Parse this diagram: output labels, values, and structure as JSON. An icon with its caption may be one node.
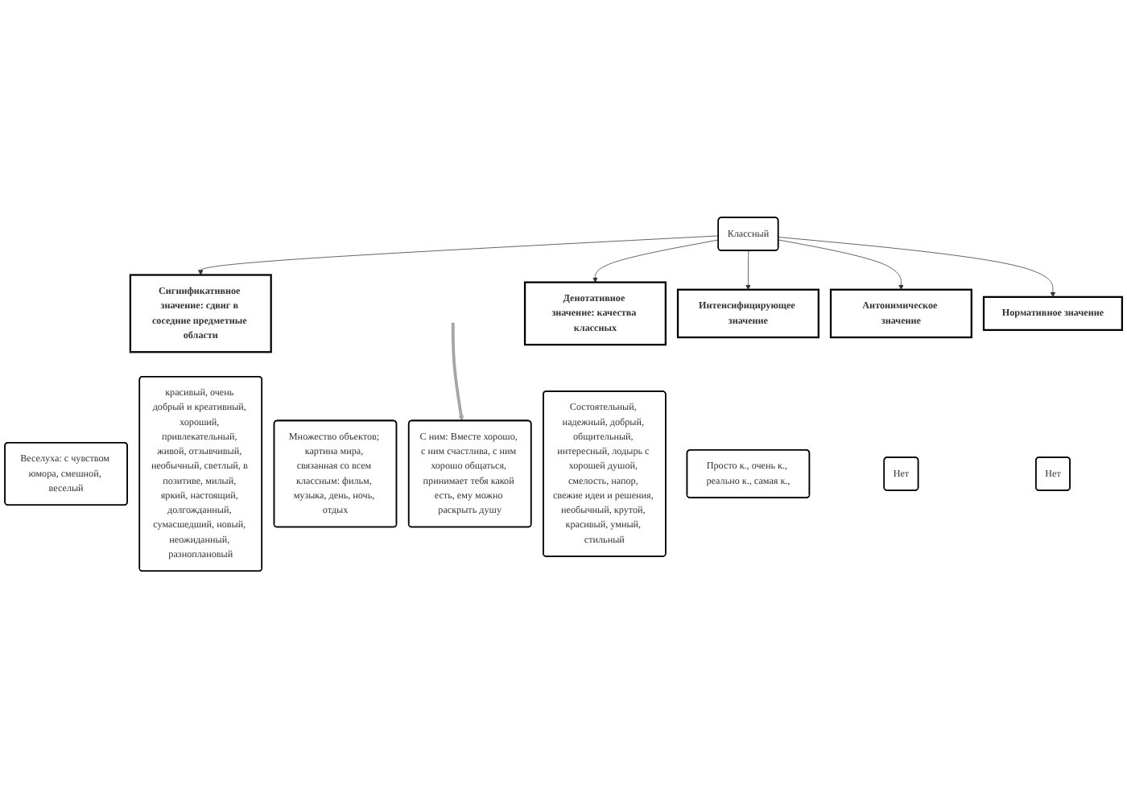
{
  "diagram": {
    "nodes": [
      {
        "text": [
          "Классный"
        ]
      },
      {
        "text": [
          "Сигнификативное значение: сдвиг в соседние предметные области"
        ]
      },
      {
        "text": [
          "Денотативное значение: качества классных"
        ]
      },
      {
        "text": [
          "Веселуха: с чувством юмора, смешной, веселый"
        ]
      },
      {
        "text": [
          "красивый, очень добрый и креативный, хороший, привлекательный, живой, отзывчивый, необычный, светлый, в позитиве, милый, яркий, настоящий, долгожданный, сумасшедший, новый, неожиданный, разноплановый"
        ]
      },
      {
        "text": [
          "Множество объектов; картина мира, связанная со всем классным: фильм, музыка, день, ночь, отдых"
        ]
      },
      {
        "text": [
          "С ним: Вместе хорошо, с ним счастлива, с ним хорошо общаться, принимает тебя какой есть, ему можно раскрыть душу"
        ]
      },
      {
        "text": [
          "Состоятельный, надежный, добрый, общительный, интересный, лодырь с хорошей душой, смелость, напор, свежие идеи и решения, необычный, крутой, красивый, умный, стильный"
        ]
      },
      {
        "text": [
          "Интенсифицирующее значение"
        ]
      },
      {
        "text": [
          "Антонимическое значение"
        ]
      },
      {
        "text": [
          "Нормативное значение"
        ]
      },
      {
        "text": [
          "Просто к., очень к., реально к., самая к.,"
        ]
      },
      {
        "text": [
          "Нет"
        ]
      },
      {
        "text": [
          "Нет"
        ]
      }
    ],
    "edges": [
      {
        "from": 0,
        "to": 1,
        "arrow": "to"
      },
      {
        "from": 0,
        "to": 2,
        "arrow": "to"
      },
      {
        "from": 0,
        "to": 8,
        "arrow": "to"
      },
      {
        "from": 0,
        "to": 9,
        "arrow": "to"
      },
      {
        "from": 0,
        "to": 10,
        "arrow": "to"
      },
      {
        "from": null,
        "to": 6,
        "arrow": "to",
        "style": "thick",
        "color": "#a6a6a6"
      }
    ]
  }
}
